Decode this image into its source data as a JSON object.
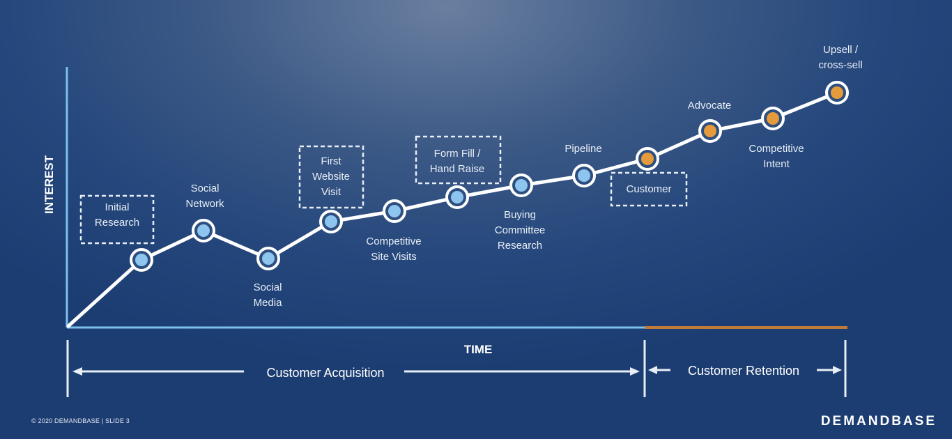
{
  "chart_data": {
    "type": "line",
    "xlabel": "TIME",
    "ylabel": "INTEREST",
    "points": [
      {
        "label": "Initial Research",
        "boxed": true,
        "stage": "acquisition"
      },
      {
        "label": "Social Network",
        "boxed": false,
        "stage": "acquisition"
      },
      {
        "label": "Social Media",
        "boxed": false,
        "stage": "acquisition"
      },
      {
        "label": "First Website Visit",
        "boxed": true,
        "stage": "acquisition"
      },
      {
        "label": "Competitive Site Visits",
        "boxed": false,
        "stage": "acquisition"
      },
      {
        "label": "Form Fill / Hand Raise",
        "boxed": true,
        "stage": "acquisition"
      },
      {
        "label": "Buying Committee Research",
        "boxed": false,
        "stage": "acquisition"
      },
      {
        "label": "Pipeline",
        "boxed": false,
        "stage": "acquisition"
      },
      {
        "label": "Customer",
        "boxed": true,
        "stage": "retention"
      },
      {
        "label": "Advocate",
        "boxed": false,
        "stage": "retention"
      },
      {
        "label": "Competitive Intent",
        "boxed": false,
        "stage": "retention"
      },
      {
        "label": "Upsell / cross-sell",
        "boxed": false,
        "stage": "retention"
      }
    ],
    "phases": [
      {
        "label": "Customer Acquisition",
        "color": "#6fb6e8"
      },
      {
        "label": "Customer Retention",
        "color": "#c07a3a"
      }
    ],
    "colors": {
      "acquisition_marker": "#8ec5ee",
      "retention_marker": "#e59a3c",
      "line": "#ffffff"
    }
  },
  "footer": {
    "copyright": "© 2020 DEMANDBASE | SLIDE 3",
    "brand": "DEMANDBASE"
  }
}
